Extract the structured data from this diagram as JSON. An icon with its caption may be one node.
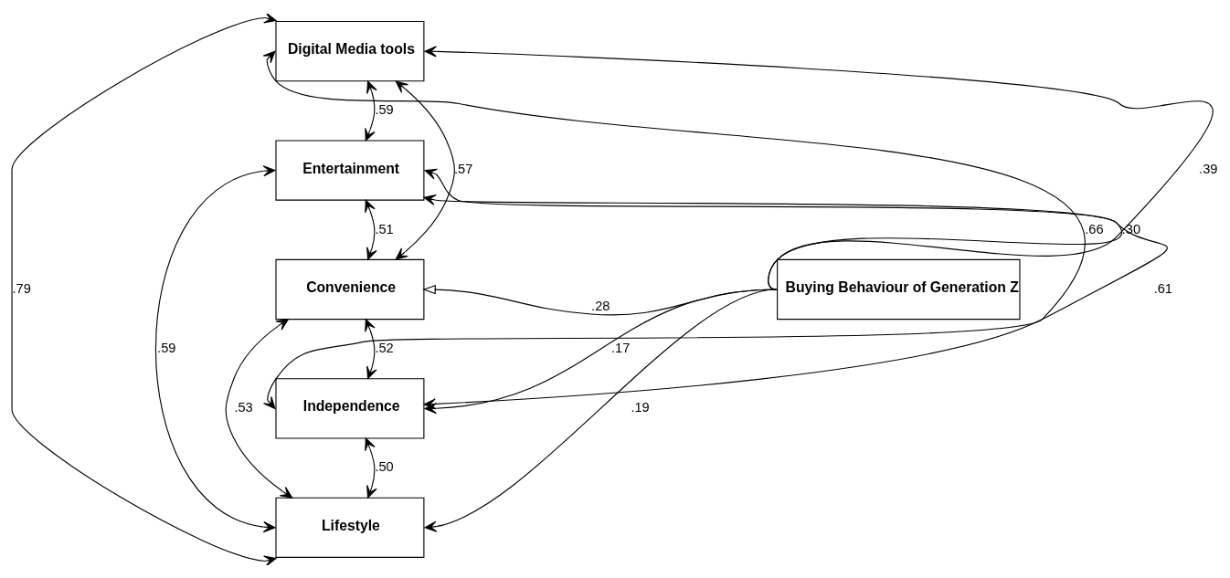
{
  "diagram": {
    "nodes": [
      {
        "text": [
          "Digital Media tools"
        ]
      },
      {
        "text": [
          "Entertainment"
        ]
      },
      {
        "text": [
          "Convenience"
        ]
      },
      {
        "text": [
          "Independence"
        ]
      },
      {
        "text": [
          "Lifestyle"
        ]
      },
      {
        "text": [
          "Buying Behaviour of Generation Z"
        ]
      }
    ],
    "edges": [
      {
        "from": 5,
        "to": 0,
        "arrow": "to",
        "label": ".39"
      },
      {
        "from": 5,
        "to": 1,
        "arrow": "to",
        "label": ".30"
      },
      {
        "from": 5,
        "to": 2,
        "arrow": "to",
        "label": ".28"
      },
      {
        "from": 5,
        "to": 3,
        "arrow": "to",
        "label": ".17"
      },
      {
        "from": 5,
        "to": 4,
        "arrow": "to",
        "label": ".19"
      },
      {
        "from": 0,
        "to": 1,
        "arrow": "both",
        "label": ".59"
      },
      {
        "from": 0,
        "to": 2,
        "arrow": "both",
        "label": ".57"
      },
      {
        "from": 0,
        "to": 3,
        "arrow": "both",
        "label": ".66"
      },
      {
        "from": 0,
        "to": 4,
        "arrow": "both",
        "label": ".79"
      },
      {
        "from": 1,
        "to": 2,
        "arrow": "both",
        "label": ".51"
      },
      {
        "from": 1,
        "to": 3,
        "arrow": "both",
        "label": ".61"
      },
      {
        "from": 1,
        "to": 4,
        "arrow": "both",
        "label": ".59"
      },
      {
        "from": 2,
        "to": 3,
        "arrow": "both",
        "label": ".52"
      },
      {
        "from": 2,
        "to": 4,
        "arrow": "both",
        "label": ".53"
      },
      {
        "from": 3,
        "to": 4,
        "arrow": "both",
        "label": ".50"
      }
    ]
  }
}
